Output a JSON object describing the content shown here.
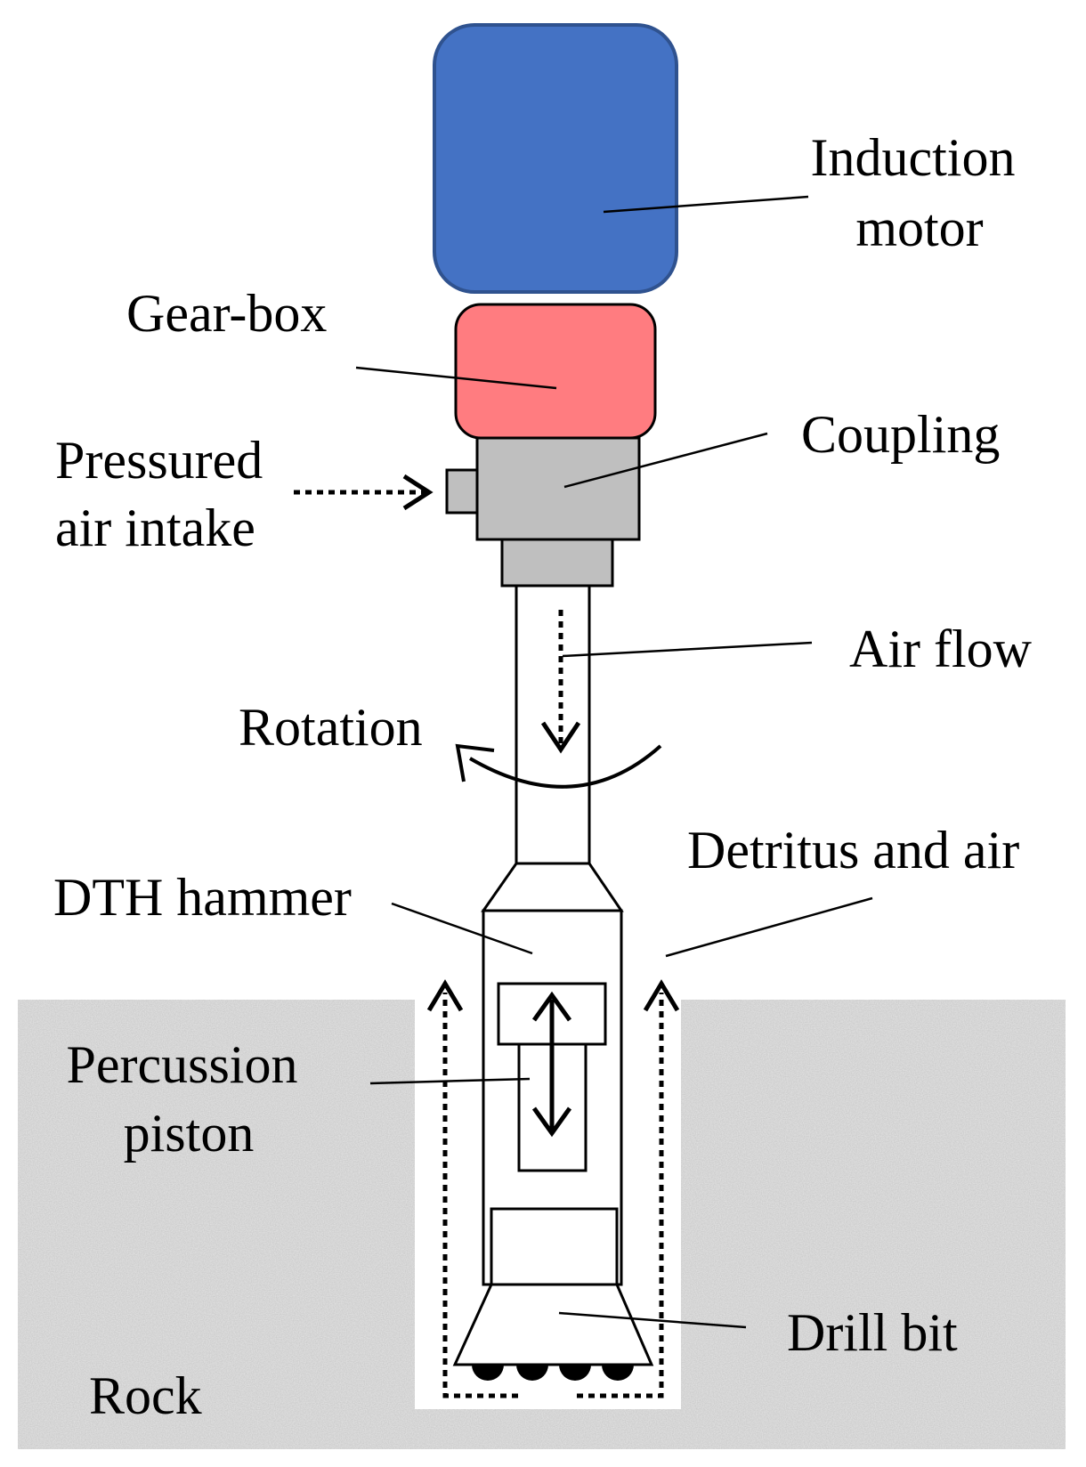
{
  "colors": {
    "motor": "#4472C4",
    "motor_stroke": "#2F528F",
    "gearbox": "#FF7C80",
    "coupling": "#BFBFBF",
    "rock": "#E6E6E6",
    "ink": "#000000"
  },
  "labels": {
    "induction_motor": [
      "Induction",
      "motor"
    ],
    "gear_box": "Gear-box",
    "coupling": "Coupling",
    "pressured_air_intake": [
      "Pressured",
      "air intake"
    ],
    "air_flow": "Air flow",
    "rotation": "Rotation",
    "detritus_and_air": "Detritus and air",
    "dth_hammer": "DTH hammer",
    "percussion_piston": [
      "Percussion",
      "piston"
    ],
    "drill_bit": "Drill bit",
    "rock": "Rock"
  }
}
